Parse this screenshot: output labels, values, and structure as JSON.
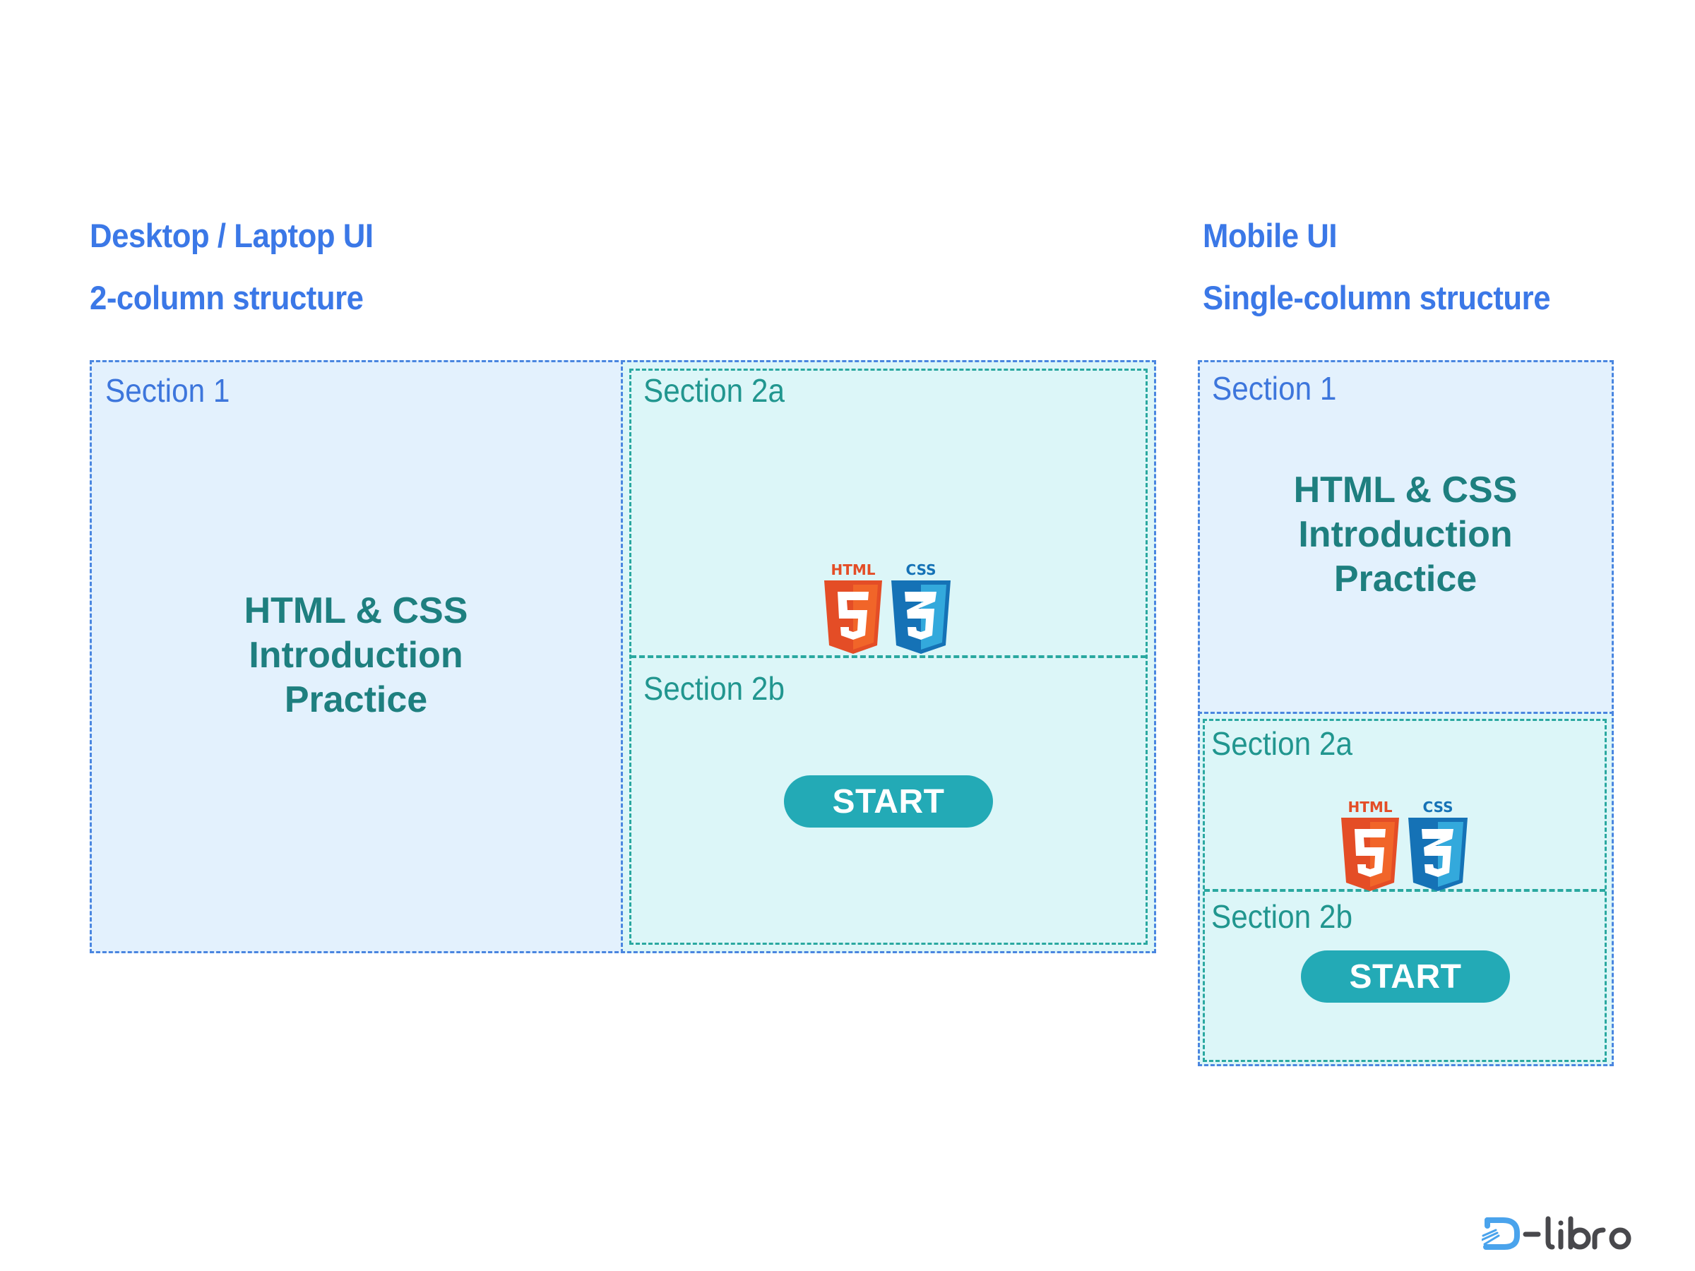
{
  "desktop": {
    "heading": "Desktop / Laptop UI",
    "subheading": "2-column structure",
    "section1": {
      "label": "Section 1",
      "title_lines": [
        "HTML & CSS",
        "Introduction",
        "Practice"
      ]
    },
    "section2a": {
      "label": "Section 2a",
      "logos": [
        "HTML",
        "CSS"
      ]
    },
    "section2b": {
      "label": "Section 2b",
      "button_label": "START"
    }
  },
  "mobile": {
    "heading": "Mobile UI",
    "subheading": "Single-column structure",
    "section1": {
      "label": "Section 1",
      "title_lines": [
        "HTML & CSS",
        "Introduction",
        "Practice"
      ]
    },
    "section2a": {
      "label": "Section 2a",
      "logos": [
        "HTML",
        "CSS"
      ]
    },
    "section2b": {
      "label": "Section 2b",
      "button_label": "START"
    }
  },
  "brand": {
    "logo_text": "D-libro"
  },
  "colors": {
    "heading": "#3b78e7",
    "blue_border": "#4a86e0",
    "teal_border": "#2aa8a0",
    "section1_bg": "#e3f1fd",
    "section2_bg": "#dcf6f8",
    "title": "#1e7f7f",
    "button": "#23aab6",
    "html5_orange": "#e44d26",
    "css3_blue": "#1572b6"
  },
  "icons": {
    "html5": "html5-shield-icon",
    "css3": "css3-shield-icon",
    "brand": "dlibro-logo"
  }
}
